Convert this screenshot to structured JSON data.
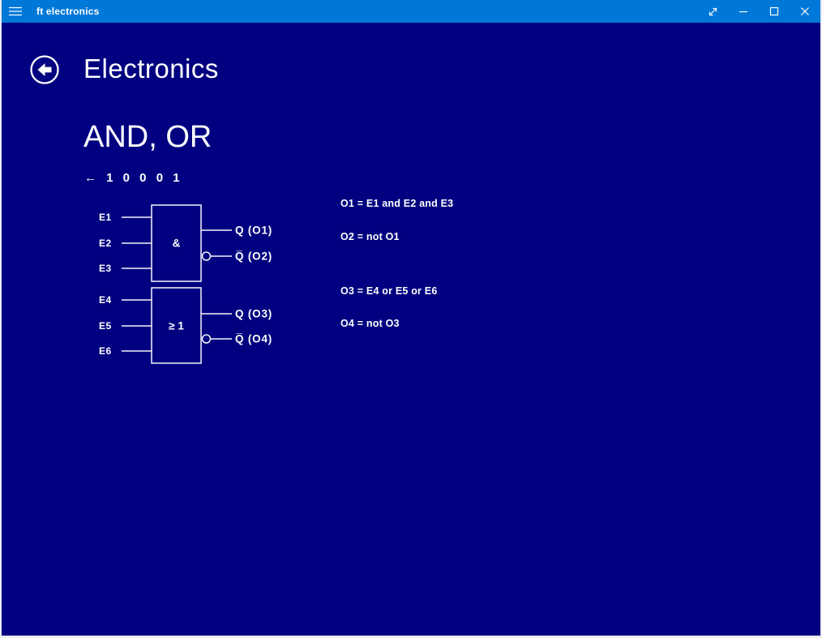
{
  "window": {
    "title": "ft electronics",
    "colors": {
      "titlebar": "#0078d7",
      "background": "#000080",
      "foreground": "#ffffff"
    },
    "icons": {
      "menu": "hamburger",
      "fullscreen": "diagonal-resize-arrow",
      "minimize": "minus",
      "maximize": "square",
      "close": "x",
      "back": "circled-left-arrow"
    }
  },
  "page": {
    "title": "Electronics",
    "heading": "AND, OR",
    "sequence": "← 1 0 0 0 1"
  },
  "diagram": {
    "gates": [
      {
        "symbol": "&",
        "inputs": [
          "E1",
          "E2",
          "E3"
        ],
        "outputs": [
          "Q (O1)",
          "Q̅ (O2)"
        ]
      },
      {
        "symbol": "≥ 1",
        "inputs": [
          "E4",
          "E5",
          "E6"
        ],
        "outputs": [
          "Q (O3)",
          "Q̅ (O4)"
        ]
      }
    ]
  },
  "equations": [
    "O1 = E1 and E2 and E3",
    "O2 = not O1",
    "O3 = E4 or E5 or E6",
    "O4 = not O3"
  ]
}
